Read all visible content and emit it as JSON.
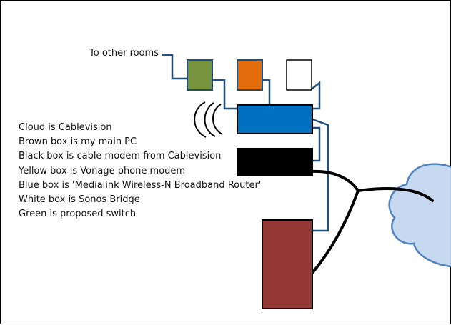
{
  "labels": {
    "to_other_rooms": "To other rooms"
  },
  "legend": [
    "Cloud is Cablevision",
    "Brown box is my main PC",
    "Black box is cable modem from Cablevision",
    "Yellow box is Vonage phone modem",
    "Blue box is 'Medialink Wireless-N Broadband Router'",
    "White box is Sonos Bridge",
    "Green is proposed switch"
  ],
  "colors": {
    "switch": "#77933c",
    "vonage": "#e46c0a",
    "sonos": "#ffffff",
    "router": "#0070c0",
    "modem": "#000000",
    "pc": "#953735",
    "cloud": "#c6d9f1",
    "cloud_outline": "#4f81bd",
    "link": "#1f4e79",
    "cable": "#000000"
  },
  "icons": {
    "wireless": "wifi-waves-icon",
    "internet": "cloud-icon"
  }
}
